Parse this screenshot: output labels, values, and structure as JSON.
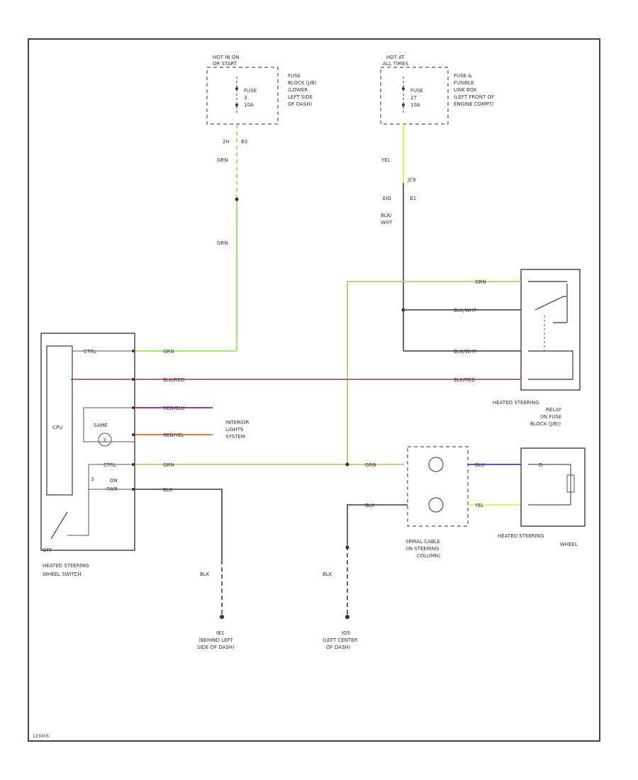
{
  "fuse_left": {
    "header": [
      "HOT IN ON",
      "OR START"
    ],
    "fuse_label": [
      "FUSE",
      "3",
      "10A"
    ],
    "location": [
      "FUSE",
      "BLOCK (J/B)",
      "(LOWER",
      "LEFT SIDE",
      "OF DASH)"
    ]
  },
  "fuse_right": {
    "header": [
      "HOT AT",
      "ALL TIMES"
    ],
    "fuse_label": [
      "FUSE",
      "27",
      "10A"
    ],
    "location": [
      "FUSE &",
      "FUSIBLE",
      "LINK BOX",
      "(LEFT FRONT OF",
      "ENGINE COMPT)"
    ]
  },
  "connector_left": [
    "2H",
    "B3"
  ],
  "connector_right_top": [
    "JC9"
  ],
  "connector_right_mid": [
    "EIG",
    "B1"
  ],
  "wire_colors": {
    "grn": "GRN",
    "yel": "YEL",
    "blk_wht": [
      "BLK/",
      "WHT"
    ],
    "blk_red": "BLK/RED",
    "red_wht": "BLK/WHT",
    "red_blu": "RED/BLU",
    "red_yel": "RED/YEL",
    "blu": "BLU",
    "blk": "BLK"
  },
  "switch": {
    "cpu": "CPU",
    "same": "SAME",
    "lamp": "3",
    "ctrl1": "CTRL",
    "ctrl2": "CTRL",
    "on": "ON",
    "pwr": "PWR",
    "off": "OFF",
    "pin": "3",
    "title": [
      "HEATED STEERING",
      "WHEEL SWITCH"
    ]
  },
  "interior_lights": [
    "INTERIOR",
    "LIGHTS",
    "SYSTEM"
  ],
  "relay": {
    "title": [
      "HEATED STEERING",
      "RELAY",
      "(IN FUSE",
      "BLOCK (J/B))"
    ]
  },
  "spiral": {
    "title": [
      "SPIRAL CABLE",
      "(IN STEERING",
      "COLUMN)"
    ]
  },
  "wheel": {
    "title": [
      "HEATED STEERING",
      "WHEEL"
    ],
    "pin": "D"
  },
  "ground_left": {
    "label": [
      "IB1",
      "(BEHIND LEFT",
      "SIDE OF DASH)"
    ]
  },
  "ground_right": {
    "label": [
      "IG5",
      "(LEFT CENTER",
      "OF DASH)"
    ]
  },
  "figure_id": "123456",
  "colors": {
    "grn": "#8ee85a",
    "yel": "#f2ef4a",
    "tan": "#d9b96b",
    "blk_red": "#b8505f",
    "purple_red": "#a03a8c",
    "orange": "#e87a3a",
    "blu": "#3a3ae8",
    "gray": "#555555"
  }
}
